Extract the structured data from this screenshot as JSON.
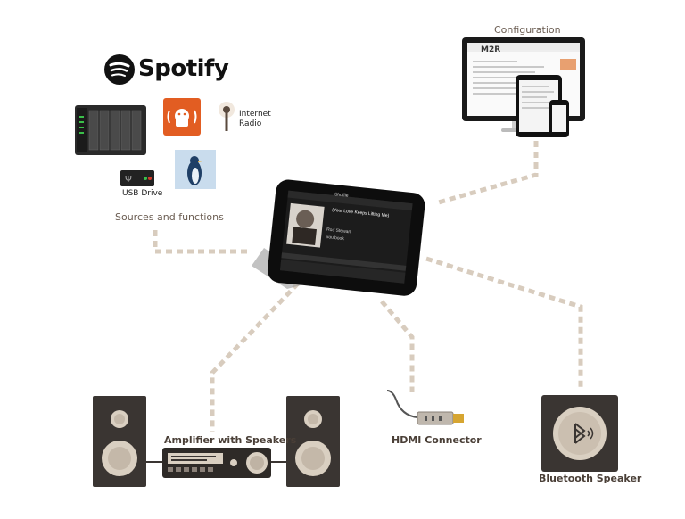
{
  "labels": {
    "configuration": "Configuration",
    "sources": "Sources and functions",
    "amplifier": "Amplifier with Speakers",
    "hdmi": "HDMI Connector",
    "bluetooth": "Bluetooth Speaker"
  },
  "sources": {
    "spotify": "Spotify",
    "usb_drive": "USB Drive",
    "internet_radio_line1": "Internet",
    "internet_radio_line2": "Radio"
  },
  "tablet": {
    "title": "Shuffle",
    "track": "(Your Love Keeps Lifting Me)",
    "artist": "Rod Stewart",
    "album": "Soulbook"
  },
  "website": {
    "logo": "M2R"
  },
  "colors": {
    "connector": "#d8ccbe",
    "speaker_body": "#3a3532",
    "speaker_cone": "#d9cfc1",
    "label_text": "#6b5d52"
  }
}
